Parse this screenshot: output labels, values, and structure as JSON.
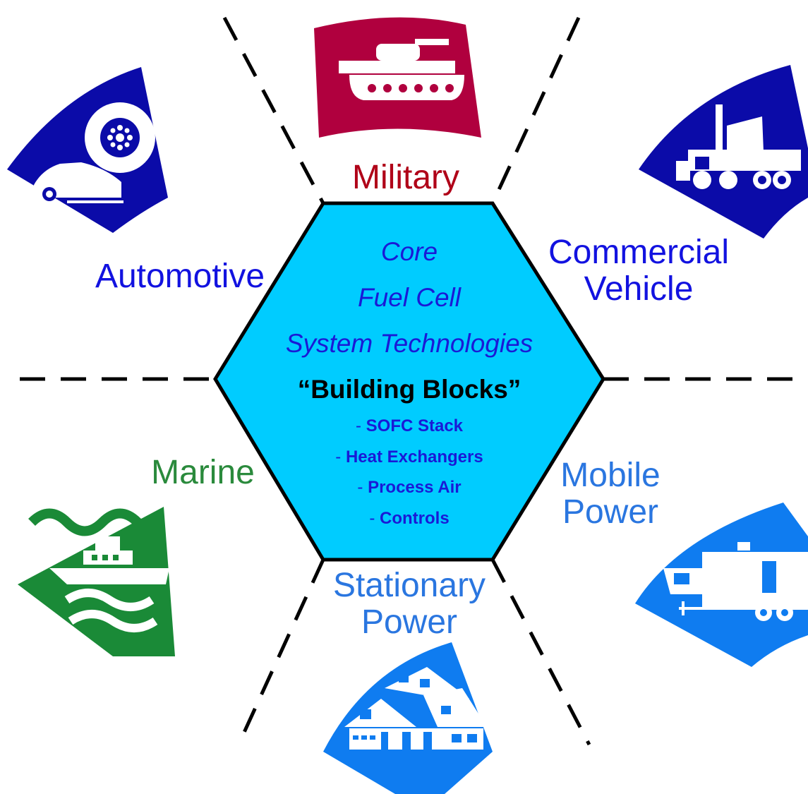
{
  "colors": {
    "hexagon_fill": "#00ccff",
    "hexagon_stroke": "#000000",
    "navy": "#0b0ba8",
    "military": "#b0003e",
    "marine": "#1a8a37",
    "power_blue": "#0f7cf0",
    "automotive_text": "#1212e0",
    "commercial_text": "#1212e0",
    "military_text": "#b00018",
    "marine_text": "#2a8a3c",
    "mobile_text": "#2a76e0",
    "stationary_text": "#2a76e0"
  },
  "center": {
    "core_line1": "Core",
    "core_line2": "Fuel Cell",
    "core_line3": "System Technologies",
    "building_blocks_title": "“Building Blocks”",
    "items": [
      {
        "prefix": "- ",
        "label": "SOFC Stack"
      },
      {
        "prefix": "- ",
        "label": "Heat Exchangers"
      },
      {
        "prefix": "- ",
        "label": "Process Air"
      },
      {
        "prefix": "- ",
        "label": "Controls"
      }
    ]
  },
  "segments": {
    "military": {
      "label": "Military",
      "icon": "tank-icon"
    },
    "automotive": {
      "label": "Automotive",
      "icon": "car-wheel-icon"
    },
    "commercial": {
      "line1": "Commercial",
      "line2": "Vehicle",
      "icon": "truck-icon"
    },
    "marine": {
      "label": "Marine",
      "icon": "boat-icon"
    },
    "mobile": {
      "line1": "Mobile",
      "line2": "Power",
      "icon": "rv-icon"
    },
    "stationary": {
      "line1": "Stationary",
      "line2": "Power",
      "icon": "house-icon"
    }
  }
}
